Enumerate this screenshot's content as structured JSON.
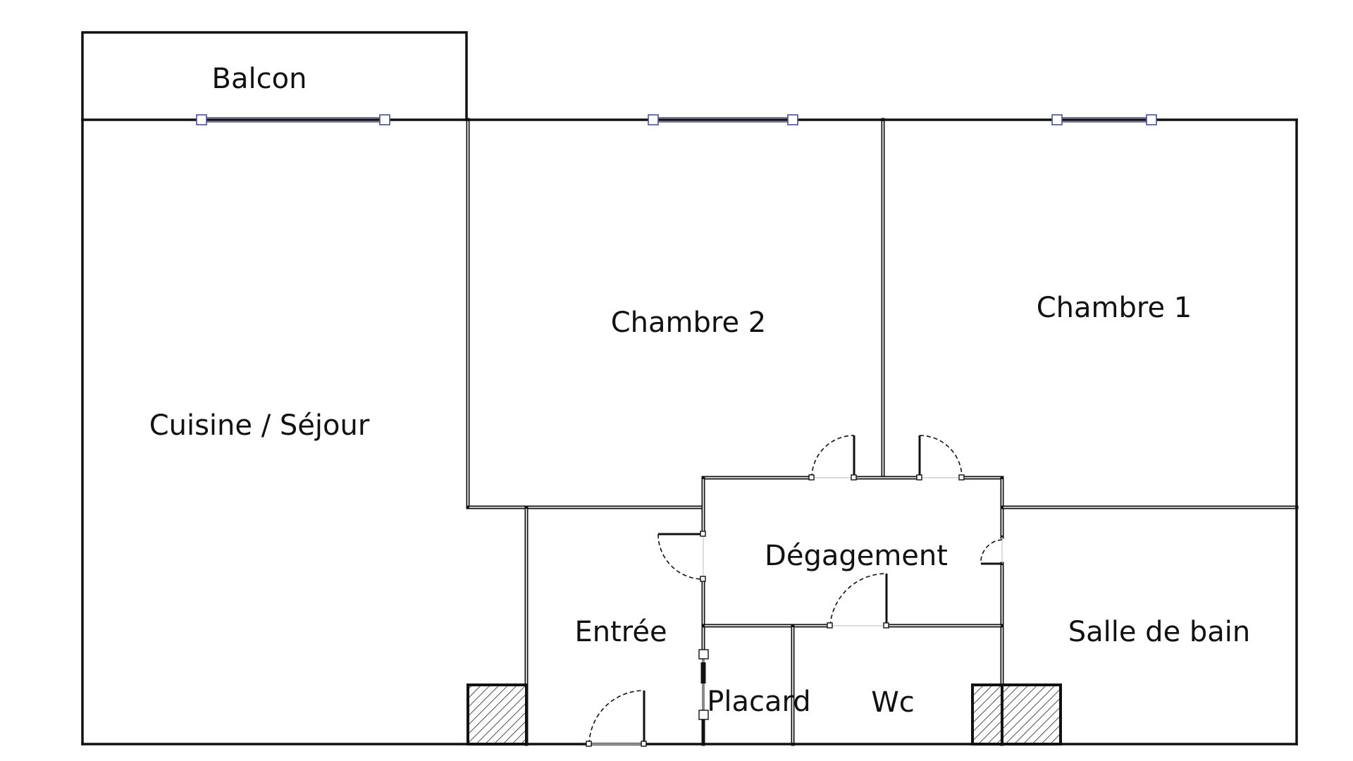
{
  "rooms": {
    "balcon": "Balcon",
    "cuisine_sejour": "Cuisine / Séjour",
    "chambre_2": "Chambre 2",
    "chambre_1": "Chambre 1",
    "degagement": "Dégagement",
    "entree": "Entrée",
    "salle_de_bain": "Salle de bain",
    "placard": "Placard",
    "wc": "Wc"
  },
  "colors": {
    "walls": "#111111",
    "windows": "#4a4f8f",
    "background": "#ffffff"
  }
}
